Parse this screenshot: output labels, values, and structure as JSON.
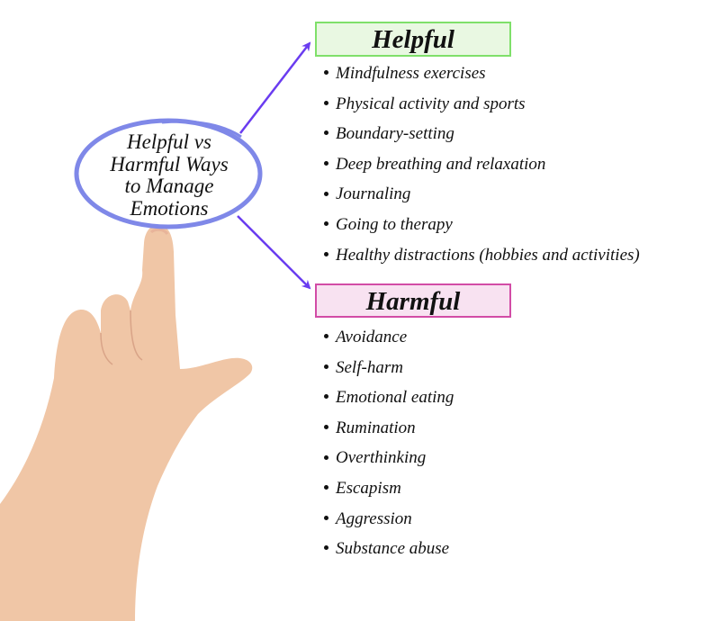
{
  "center": {
    "lines": [
      "Helpful vs",
      "Harmful Ways",
      "to Manage",
      "Emotions"
    ]
  },
  "helpful": {
    "title": "Helpful",
    "items": [
      "Mindfulness exercises",
      "Physical activity and sports",
      "Boundary-setting",
      "Deep breathing and relaxation",
      "Journaling",
      "Going to therapy",
      "Healthy distractions (hobbies and activities)"
    ]
  },
  "harmful": {
    "title": "Harmful",
    "items": [
      "Avoidance",
      "Self-harm",
      "Emotional eating",
      "Rumination",
      "Overthinking",
      "Escapism",
      "Aggression",
      "Substance abuse"
    ]
  },
  "colors": {
    "ellipse": "#7f88e8",
    "arrow": "#6a3cf0",
    "helpful_border": "#7fe06a",
    "harmful_border": "#d24ca6",
    "skin": "#f0c6a6"
  }
}
